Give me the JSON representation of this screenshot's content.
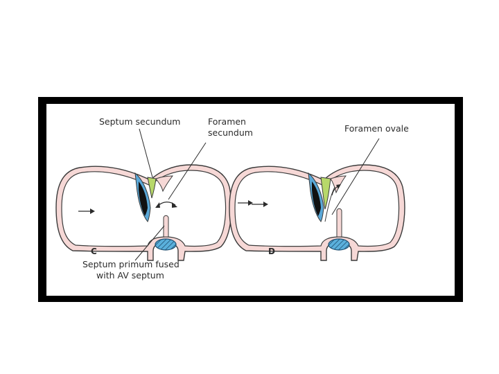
{
  "labels": {
    "septum_secundum": "Septum secundum",
    "foramen_secundum_line1": "Foramen",
    "foramen_secundum_line2": "secundum",
    "septum_primum_line1": "Septum primum fused",
    "septum_primum_line2": "with AV septum",
    "foramen_ovale": "Foramen ovale",
    "panel_c": "C",
    "panel_d": "D"
  },
  "colors": {
    "heart_fill": "#f6d8d6",
    "outline": "#3a3a3a",
    "septum_secundum": "#b7d86a",
    "septum_primum_blue": "#5aa8d8",
    "dark_core": "#111111",
    "av_cushion": "#5ab0dc",
    "frame": "#000000"
  }
}
